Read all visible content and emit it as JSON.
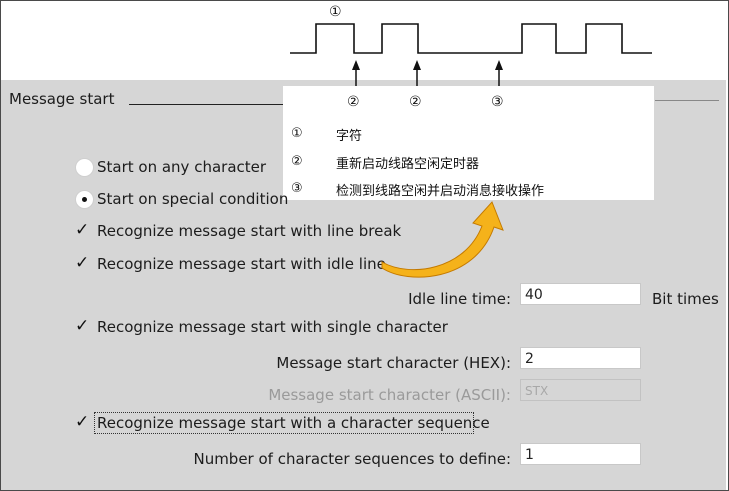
{
  "timing": {
    "top_marker": "①",
    "arrow_labels": [
      "②",
      "②",
      "③"
    ],
    "legend": [
      {
        "num": "①",
        "text": "字符"
      },
      {
        "num": "②",
        "text": "重新启动线路空闲定时器"
      },
      {
        "num": "③",
        "text": "检测到线路空闲并启动消息接收操作"
      }
    ]
  },
  "section": {
    "title": "Message start"
  },
  "options": {
    "start_any_char": "Start on any character",
    "start_special": "Start on special condition",
    "line_break": "Recognize message start with line break",
    "idle_line": "Recognize message start with idle line",
    "single_char": "Recognize message start with single character",
    "char_sequence": "Recognize message start with a character sequence"
  },
  "fields": {
    "idle_time_label": "Idle line time:",
    "idle_time_value": "40",
    "idle_time_unit": "Bit times",
    "hex_label": "Message start character (HEX):",
    "hex_value": "2",
    "ascii_label": "Message start character (ASCII):",
    "ascii_value": "STX",
    "seq_label": "Number of character sequences to define:",
    "seq_value": "1"
  },
  "colors": {
    "panel_bg": "#d6d6d6",
    "arrow_fill": "#f5b21a",
    "arrow_stroke": "#c47a00"
  }
}
